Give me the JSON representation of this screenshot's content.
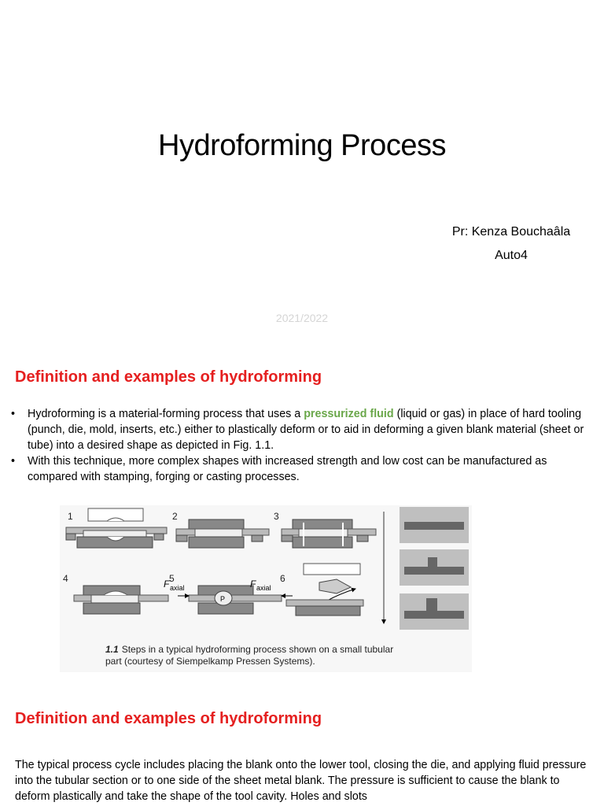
{
  "slide1": {
    "title": "Hydroforming Process",
    "author_line1": "Pr: Kenza Bouchaâla",
    "author_line2": "Auto4",
    "year": "2021/2022"
  },
  "slide2": {
    "heading": "Definition and examples of hydroforming",
    "bullet1_pre": "Hydroforming is a material-forming process that uses a ",
    "bullet1_highlight": "pressurized fluid",
    "bullet1_post": " (liquid or gas) in place of hard tooling (punch, die, mold, inserts, etc.) either to plastically deform or to aid in deforming a given blank material (sheet or tube) into a desired shape as depicted in Fig. 1.1.",
    "bullet2": "With this technique, more complex shapes with increased strength and low cost can be manufactured as compared with stamping, forging or casting processes.",
    "figure": {
      "steps": [
        "1",
        "2",
        "3",
        "4",
        "5",
        "6"
      ],
      "force_label": "F",
      "force_subscript": "axial",
      "pressure_label": "P",
      "caption_number": "1.1",
      "caption_line1": "Steps in a typical hydroforming process shown on a small tubular",
      "caption_line2": "part (courtesy of Siempelkamp Pressen Systems)."
    }
  },
  "slide3": {
    "heading": "Definition and examples of hydroforming",
    "paragraph": "The typical process cycle includes placing the blank onto the lower tool, closing the die, and applying fluid pressure into the tubular section or to one side of the sheet metal blank. The pressure is sufficient to cause the blank to deform plastically and take the shape of the tool cavity. Holes and slots"
  }
}
